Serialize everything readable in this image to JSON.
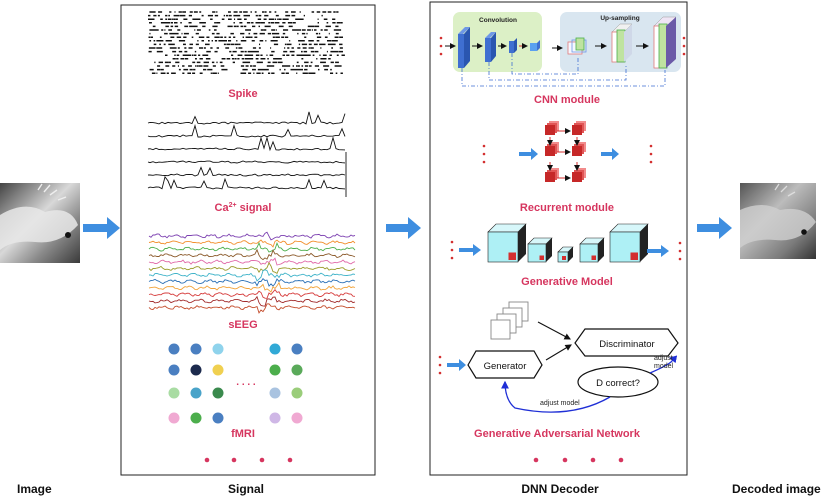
{
  "columns": {
    "image": "Image",
    "signal": "Signal",
    "decoder": "DNN Decoder",
    "decoded": "Decoded image"
  },
  "signal_panel": {
    "spike": "Spike",
    "ca_prefix": "Ca",
    "ca_superscript": "2+",
    "ca_suffix": " signal",
    "seeg": "sEEG",
    "fmri": "fMRI",
    "fmri_dots": ". . . .",
    "fmri_colors": [
      [
        "#4a7fc1",
        "#4a7fc1",
        "#8fd3ec",
        "#31a9d6",
        "#4a7fc1"
      ],
      [
        "#4a7fc1",
        "#1c2a4d",
        "#f0d050",
        "#4cae4c",
        "#5aaa5a"
      ],
      [
        "#a9dca3",
        "#49a3c9",
        "#3a8a4d",
        "#a9c3e0",
        "#9acd7a"
      ],
      [
        "#f0a9d2",
        "#4cae4c",
        "#4a7fc1",
        "#cfb7e6",
        "#f0a9d2"
      ]
    ],
    "seeg_colors": [
      "#7b3fb0",
      "#f28e2b",
      "#4cae4c",
      "#8b5a2b",
      "#e06aa9",
      "#9b9b2b",
      "#3fb3c9",
      "#2a6fb5",
      "#f2a33a",
      "#d63c3c",
      "#a12a2a",
      "#c44c2b"
    ]
  },
  "decoder_panel": {
    "cnn": {
      "convolution": "Convolution",
      "upsampling": "Up-sampling",
      "caption": "CNN module"
    },
    "recurrent": {
      "caption": "Recurrent module"
    },
    "generative": {
      "caption": "Generative Model"
    },
    "gan": {
      "generator": "Generator",
      "discriminator": "Discriminator",
      "d_correct": "D correct?",
      "adjust_model_bottom": "adjust model",
      "adjust_model_right_1": "adjust",
      "adjust_model_right_2": "model",
      "caption": "Generative Adversarial Network"
    }
  },
  "colors": {
    "caption": "#d6365f",
    "arrow": "#3e8ee0",
    "cnn_block": "#3f6fd1",
    "recurrent_block": "#d32f2f",
    "generative_block": "#aef0f5",
    "gan_curve": "#1f2fd6"
  },
  "images": {
    "input_alt": "axolotl photo (grayscale)",
    "output_alt": "decoded axolotl image (grayscale)"
  }
}
